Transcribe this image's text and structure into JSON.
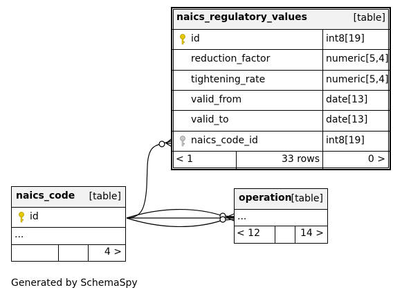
{
  "tables": {
    "regulatory": {
      "name": "naics_regulatory_values",
      "type": "[table]",
      "columns": [
        {
          "name": "id",
          "type": "int8[19]",
          "key": "primary-key"
        },
        {
          "name": "reduction_factor",
          "type": "numeric[5,4]",
          "key": ""
        },
        {
          "name": "tightening_rate",
          "type": "numeric[5,4]",
          "key": ""
        },
        {
          "name": "valid_from",
          "type": "date[13]",
          "key": ""
        },
        {
          "name": "valid_to",
          "type": "date[13]",
          "key": ""
        },
        {
          "name": "naics_code_id",
          "type": "int8[19]",
          "key": "foreign-key"
        }
      ],
      "footer": {
        "parents": "< 1",
        "rows": "33 rows",
        "children": "0 >"
      }
    },
    "naics_code": {
      "name": "naics_code",
      "type": "[table]",
      "columns": [
        {
          "name": "id",
          "key": "primary-key"
        }
      ],
      "ellipsis": "...",
      "footer": {
        "parents": "",
        "rows": "",
        "children": "4 >"
      }
    },
    "operation": {
      "name": "operation",
      "type": "[table]",
      "ellipsis": "...",
      "footer": {
        "parents": "< 12",
        "rows": "",
        "children": "14 >"
      }
    }
  },
  "caption": "Generated by SchemaSpy",
  "colors": {
    "header_bg": "#f2f2f2",
    "primary_key_icon": "#e6c800",
    "foreign_key_icon": "#b0b0b0"
  }
}
